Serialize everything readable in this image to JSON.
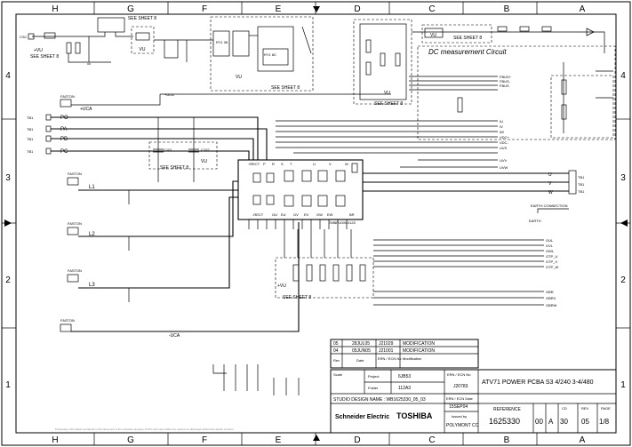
{
  "frame": {
    "columns": [
      "H",
      "G",
      "F",
      "E",
      "D",
      "C",
      "B",
      "A"
    ],
    "rows": [
      "4",
      "3",
      "2",
      "1"
    ]
  },
  "blocks": {
    "sheet_ref": "SEE SHEET 8",
    "vu": "VU",
    "plus_vu": "+VU",
    "dc_title": "DC measurement Circuit",
    "uca_pos": "+UCA",
    "uca_neg": "-UCA",
    "faston": "FASTON",
    "earth": "EARTH CONNECTION",
    "earth_sub": "EARTH"
  },
  "inputs": [
    {
      "ref": "TB1",
      "label": "PO"
    },
    {
      "ref": "TB1",
      "label": "PA"
    },
    {
      "ref": "TB1",
      "label": "PB"
    },
    {
      "ref": "TB1",
      "label": "PC"
    }
  ],
  "phases": [
    "L1",
    "L2",
    "L3"
  ],
  "outputs": [
    "U",
    "V",
    "W"
  ],
  "terminal": "TB1",
  "module": {
    "top": [
      "+RECT",
      "P",
      "R",
      "S",
      "T",
      "U",
      "V",
      "W"
    ],
    "bottom": [
      "-RECT",
      "GU",
      "EU",
      "GV",
      "EV",
      "GW",
      "EW",
      "BR"
    ],
    "part": "7MBR100VX120"
  },
  "caps": [
    "C101",
    "C102"
  ],
  "right_nets": [
    "FBUS+",
    "FBUS-",
    "FBUS",
    "IU",
    "IV",
    "IW",
    "VDC+",
    "VDC-",
    "UVS",
    "UVV",
    "UVW"
  ],
  "right_nets_low": [
    "GUL",
    "GVL",
    "GWL",
    "GTP_U",
    "GTP_V",
    "GTP_W",
    "GBR",
    "GBRV",
    "GBRW"
  ],
  "revisions": [
    {
      "rev": "05",
      "date": "28JUL05",
      "ecn": "J21029",
      "mod": "MODIFICATION"
    },
    {
      "rev": "04",
      "date": "05JUN05",
      "ecn": "J21001",
      "mod": "MODIFICATION"
    }
  ],
  "rev_headers": {
    "rev": "Rev",
    "date": "Date",
    "ecn": "ERN / ECN No",
    "mod": "Modification"
  },
  "title_block": {
    "scale_label": "Scale",
    "project_label": "Project",
    "project": "6JB53",
    "folder_label": "Folder",
    "folder": "112A3",
    "ern_label": "ERN / ECN No",
    "ern": "J20783",
    "ern_date_label": "ERN / ECN Date",
    "ern_date": "15SEP04",
    "studio": "STUDIO DESIGN NAME : WB1625330_05_03",
    "title": "ATV71 POWER PCBA S3 4/240 3-4/480",
    "reference_label": "REFERENCE",
    "reference": "1625330",
    "issued_label": "Issued by",
    "issued": "POLYMONT CC",
    "sv": "00",
    "format": "A",
    "size": "30",
    "cd_label": "CD",
    "rev_label": "REV",
    "rev": "05",
    "page_label": "PAGE",
    "page": "1/8",
    "brand1": "Schneider Electric",
    "brand2": "TOSHIBA"
  },
  "footer_note": "Proprietary information contained in this document is the exclusive property of ATV and may neither be copied nor disclosed without the written consent"
}
